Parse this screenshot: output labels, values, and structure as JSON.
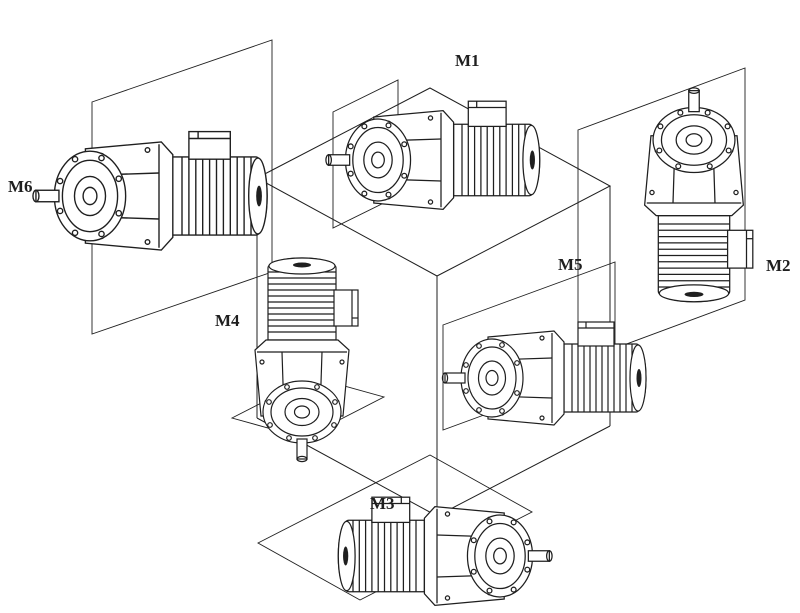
{
  "colors": {
    "ink": "#1f1f1f",
    "background": "#ffffff"
  },
  "labels": {
    "m1": "M1",
    "m2": "M2",
    "m3": "M3",
    "m4": "M4",
    "m5": "M5",
    "m6": "M6"
  }
}
